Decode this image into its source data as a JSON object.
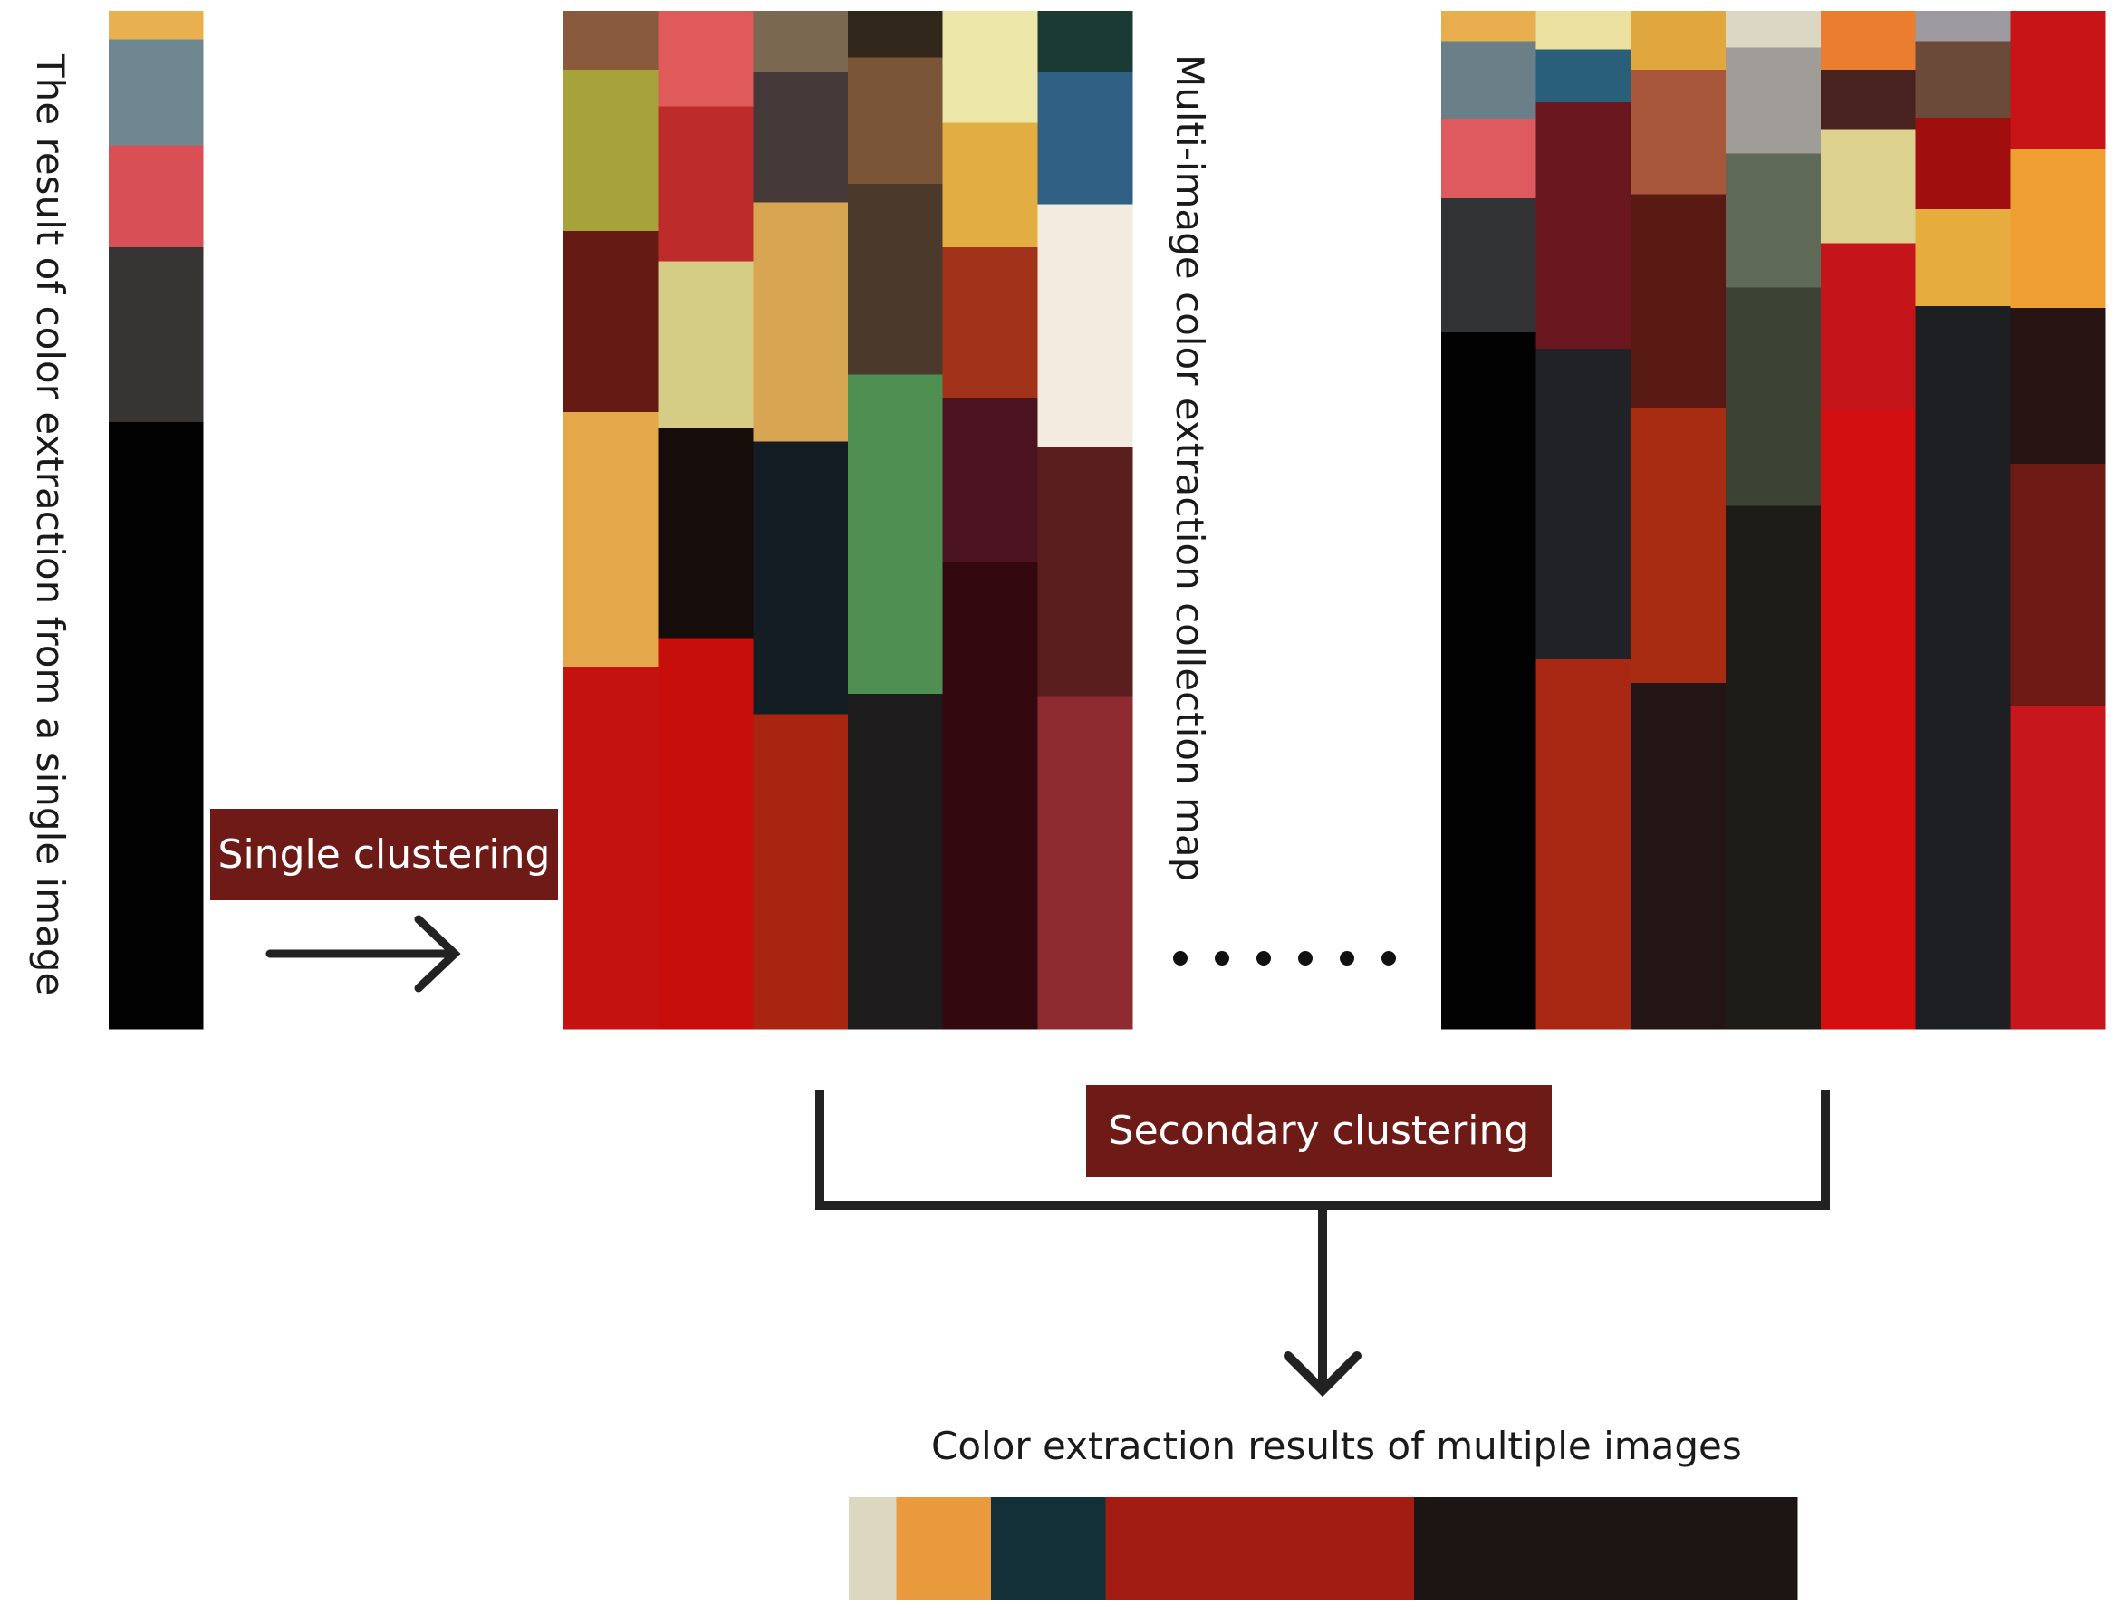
{
  "labels": {
    "single_caption": "The result of color extraction from a single image",
    "collection_caption": "Multi-image color extraction collection map",
    "single_clustering": "Single clustering",
    "secondary_clustering": "Secondary clustering",
    "result_caption": "Color extraction results of multiple images",
    "ellipsis": "......"
  },
  "single_palette": [
    {
      "color": "#e8b04e",
      "share": 0.028
    },
    {
      "color": "#6f8790",
      "share": 0.104
    },
    {
      "color": "#d85056",
      "share": 0.1
    },
    {
      "color": "#363534",
      "share": 0.172
    },
    {
      "color": "#020202",
      "share": 0.596
    }
  ],
  "collection_map_1": [
    [
      {
        "color": "#8a5a3c",
        "share": 0.058
      },
      {
        "color": "#a7a23a",
        "share": 0.158
      },
      {
        "color": "#651a13",
        "share": 0.178
      },
      {
        "color": "#e4a84a",
        "share": 0.25
      },
      {
        "color": "#c41210",
        "share": 0.356
      }
    ],
    [
      {
        "color": "#e05a5a",
        "share": 0.094
      },
      {
        "color": "#bd2c2a",
        "share": 0.152
      },
      {
        "color": "#d5cd85",
        "share": 0.164
      },
      {
        "color": "#160c0a",
        "share": 0.206
      },
      {
        "color": "#c70e0a",
        "share": 0.384
      }
    ],
    [
      {
        "color": "#7a6850",
        "share": 0.06
      },
      {
        "color": "#46393a",
        "share": 0.128
      },
      {
        "color": "#d8a653",
        "share": 0.235
      },
      {
        "color": "#141c24",
        "share": 0.268
      },
      {
        "color": "#a8260f",
        "share": 0.309
      }
    ],
    [
      {
        "color": "#30261a",
        "share": 0.046
      },
      {
        "color": "#7a5538",
        "share": 0.124
      },
      {
        "color": "#4b3a2c",
        "share": 0.187
      },
      {
        "color": "#4f8f52",
        "share": 0.314
      },
      {
        "color": "#1e1c1c",
        "share": 0.329
      }
    ],
    [
      {
        "color": "#ece7a9",
        "share": 0.11
      },
      {
        "color": "#e3ae41",
        "share": 0.122
      },
      {
        "color": "#a3321a",
        "share": 0.148
      },
      {
        "color": "#4c1420",
        "share": 0.162
      },
      {
        "color": "#33080e",
        "share": 0.458
      }
    ],
    [
      {
        "color": "#1b3a34",
        "share": 0.06
      },
      {
        "color": "#2f5f83",
        "share": 0.13
      },
      {
        "color": "#f3ebde",
        "share": 0.238
      },
      {
        "color": "#5a1e1e",
        "share": 0.245
      },
      {
        "color": "#8e2b31",
        "share": 0.327
      }
    ]
  ],
  "collection_map_2": [
    [
      {
        "color": "#e8ae4e",
        "share": 0.03
      },
      {
        "color": "#6b7f88",
        "share": 0.076
      },
      {
        "color": "#de5a5e",
        "share": 0.078
      },
      {
        "color": "#323334",
        "share": 0.132
      },
      {
        "color": "#020202",
        "share": 0.684
      }
    ],
    [
      {
        "color": "#ebe0a0",
        "share": 0.038
      },
      {
        "color": "#295f79",
        "share": 0.052
      },
      {
        "color": "#6b1720",
        "share": 0.242
      },
      {
        "color": "#202226",
        "share": 0.305
      },
      {
        "color": "#a82814",
        "share": 0.363
      }
    ],
    [
      {
        "color": "#e0a73e",
        "share": 0.058
      },
      {
        "color": "#a9573a",
        "share": 0.122
      },
      {
        "color": "#5a1a14",
        "share": 0.21
      },
      {
        "color": "#a82c12",
        "share": 0.27
      },
      {
        "color": "#231515",
        "share": 0.34
      }
    ],
    [
      {
        "color": "#dcd6c4",
        "share": 0.036
      },
      {
        "color": "#a09c98",
        "share": 0.104
      },
      {
        "color": "#5f6958",
        "share": 0.132
      },
      {
        "color": "#3c4234",
        "share": 0.214
      },
      {
        "color": "#1d1c17",
        "share": 0.514
      }
    ],
    [
      {
        "color": "#ea7d30",
        "share": 0.058
      },
      {
        "color": "#48221e",
        "share": 0.058
      },
      {
        "color": "#dcd18f",
        "share": 0.112
      },
      {
        "color": "#c4151a",
        "share": 0.164
      },
      {
        "color": "#d40f10",
        "share": 0.608
      }
    ],
    [
      {
        "color": "#9c9aa0",
        "share": 0.03
      },
      {
        "color": "#6b4a3a",
        "share": 0.075
      },
      {
        "color": "#a10e0e",
        "share": 0.09
      },
      {
        "color": "#e6ad3e",
        "share": 0.095
      },
      {
        "color": "#1e1f22",
        "share": 0.71
      }
    ],
    [
      {
        "color": "#c91417",
        "share": 0.136
      },
      {
        "color": "#ef9e32",
        "share": 0.156
      },
      {
        "color": "#271413",
        "share": 0.153
      },
      {
        "color": "#6e1a14",
        "share": 0.238
      },
      {
        "color": "#c7161c",
        "share": 0.317
      }
    ]
  ],
  "final_palette": [
    {
      "color": "#ddd7c1",
      "share": 0.05
    },
    {
      "color": "#e99a3c",
      "share": 0.1
    },
    {
      "color": "#133038",
      "share": 0.121
    },
    {
      "color": "#a31c14",
      "share": 0.325
    },
    {
      "color": "#1d1514",
      "share": 0.404
    }
  ]
}
